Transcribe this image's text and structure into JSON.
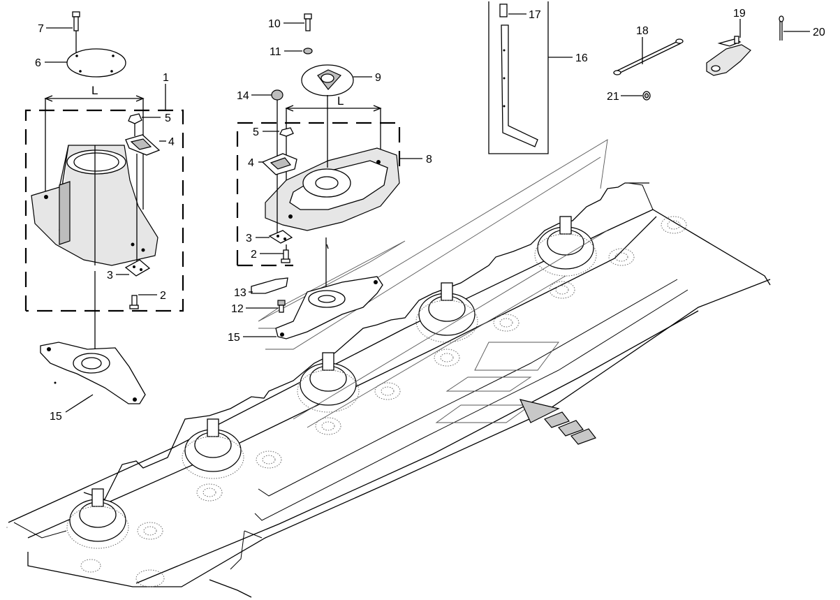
{
  "callouts": [
    {
      "id": "c1",
      "text": "1"
    },
    {
      "id": "c2a",
      "text": "2"
    },
    {
      "id": "c2b",
      "text": "2"
    },
    {
      "id": "c3a",
      "text": "3"
    },
    {
      "id": "c3b",
      "text": "3"
    },
    {
      "id": "c4a",
      "text": "4"
    },
    {
      "id": "c4b",
      "text": "4"
    },
    {
      "id": "c5a",
      "text": "5"
    },
    {
      "id": "c5b",
      "text": "5"
    },
    {
      "id": "c6",
      "text": "6"
    },
    {
      "id": "c7",
      "text": "7"
    },
    {
      "id": "c8",
      "text": "8"
    },
    {
      "id": "c9",
      "text": "9"
    },
    {
      "id": "c10",
      "text": "10"
    },
    {
      "id": "c11",
      "text": "11"
    },
    {
      "id": "c12",
      "text": "12"
    },
    {
      "id": "c13",
      "text": "13"
    },
    {
      "id": "c14",
      "text": "14"
    },
    {
      "id": "c15a",
      "text": "15"
    },
    {
      "id": "c15b",
      "text": "15"
    },
    {
      "id": "c16",
      "text": "16"
    },
    {
      "id": "c17",
      "text": "17"
    },
    {
      "id": "c18",
      "text": "18"
    },
    {
      "id": "c19",
      "text": "19"
    },
    {
      "id": "c20",
      "text": "20"
    },
    {
      "id": "c21",
      "text": "21"
    }
  ],
  "dimensions": {
    "left_L": "L",
    "right_L": "L"
  }
}
